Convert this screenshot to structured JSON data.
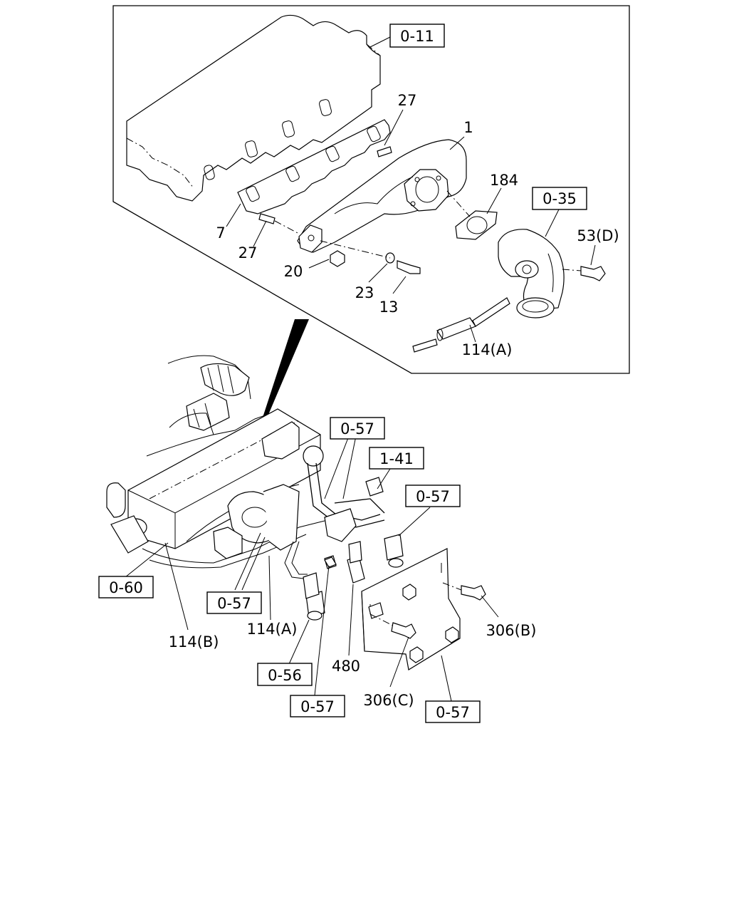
{
  "detail_labels": {
    "ref_0_11": "0-11",
    "ref_0_35": "0-35",
    "p1": "1",
    "p7": "7",
    "p13": "13",
    "p20": "20",
    "p23": "23",
    "p27_top": "27",
    "p27_bottom": "27",
    "p53d": "53(D)",
    "p114a": "114(A)",
    "p184": "184"
  },
  "main_labels": {
    "ref_0_57_top": "0-57",
    "ref_1_41": "1-41",
    "ref_0_57_right": "0-57",
    "ref_0_60": "0-60",
    "ref_0_57_mid": "0-57",
    "ref_0_56": "0-56",
    "ref_0_57_bottom": "0-57",
    "ref_0_57_bracket": "0-57",
    "p114b": "114(B)",
    "p114a": "114(A)",
    "p480": "480",
    "p306b": "306(B)",
    "p306c": "306(C)"
  }
}
